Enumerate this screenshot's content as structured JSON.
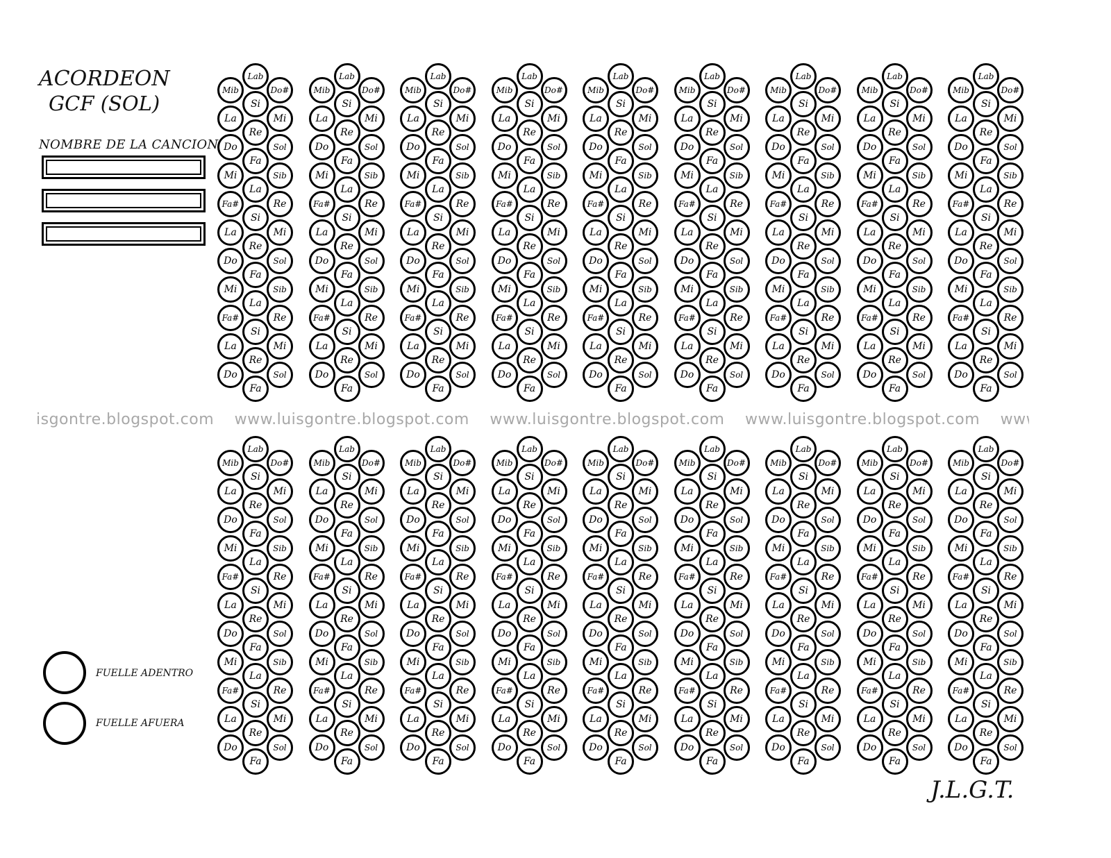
{
  "header": {
    "title_line1": "ACORDEON",
    "title_line2": "GCF (SOL)",
    "song_name_label": "NOMBRE DE LA CANCION"
  },
  "watermark": {
    "segments": [
      "isgontre.blogspot.com",
      "www.luisgontre.blogspot.com",
      "www.luisgontre.blogspot.com",
      "www.luisgontre.blogspot.com",
      "www"
    ]
  },
  "legend": {
    "push_label": "FUELLE ADENTRO",
    "pull_label": "FUELLE AFUERA"
  },
  "signature": "J.L.G.T.",
  "keyboard": {
    "columns_per_row": 9,
    "rows": 2,
    "outer_row_top": "Lab",
    "left_row": [
      "Mib",
      "La",
      "Do",
      "Mi",
      "Fa#",
      "La",
      "Do",
      "Mi",
      "Fa#",
      "La",
      "Do"
    ],
    "middle_row": [
      "Si",
      "Re",
      "Fa",
      "La",
      "Si",
      "Re",
      "Fa",
      "La",
      "Si",
      "Re",
      "Fa"
    ],
    "right_row": [
      "Do#",
      "Mi",
      "Sol",
      "Sib",
      "Re",
      "Mi",
      "Sol",
      "Sib",
      "Re",
      "Mi",
      "Sol"
    ]
  }
}
